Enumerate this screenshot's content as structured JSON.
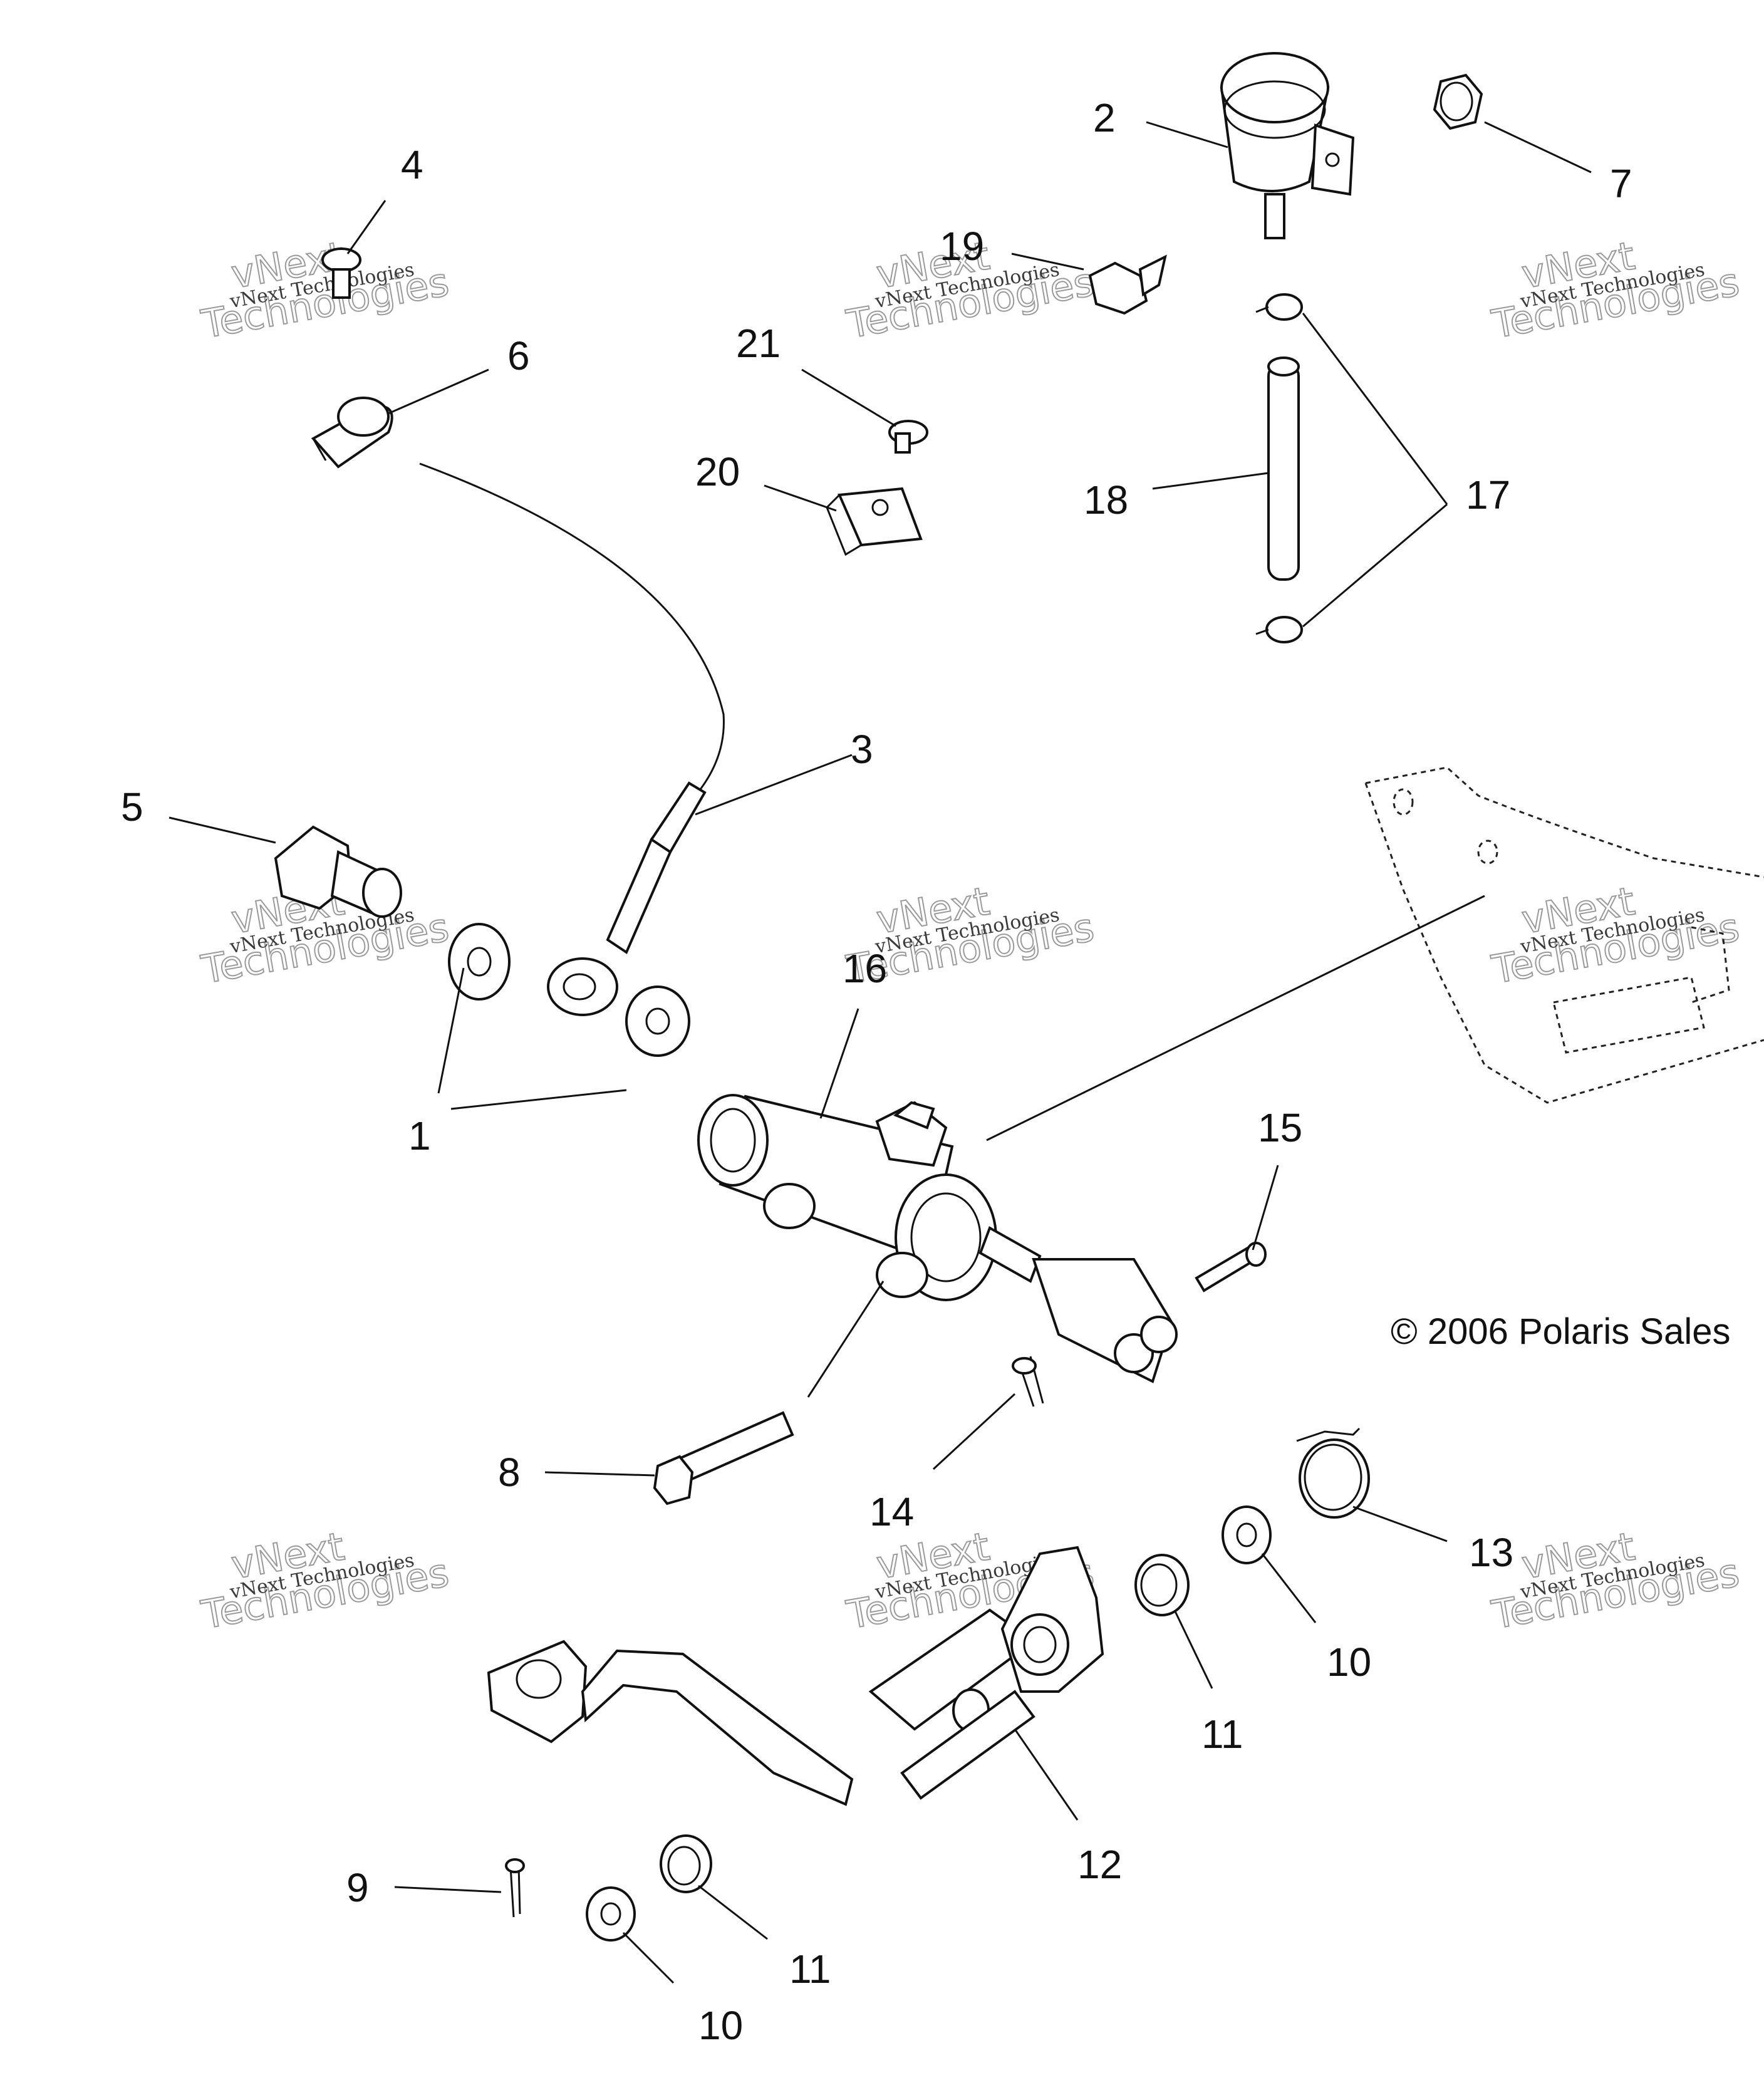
{
  "callouts": {
    "c1": "1",
    "c2": "2",
    "c3": "3",
    "c4": "4",
    "c5": "5",
    "c6": "6",
    "c7": "7",
    "c8": "8",
    "c9": "9",
    "c10a": "10",
    "c10b": "10",
    "c11a": "11",
    "c11b": "11",
    "c12": "12",
    "c13": "13",
    "c14": "14",
    "c15": "15",
    "c16": "16",
    "c17": "17",
    "c18": "18",
    "c19": "19",
    "c20": "20",
    "c21": "21"
  },
  "copyright": "© 2006 Polaris Sales",
  "watermark": {
    "line1": "vNext Technologies",
    "line2": "vNext",
    "line3": "Technologies"
  }
}
